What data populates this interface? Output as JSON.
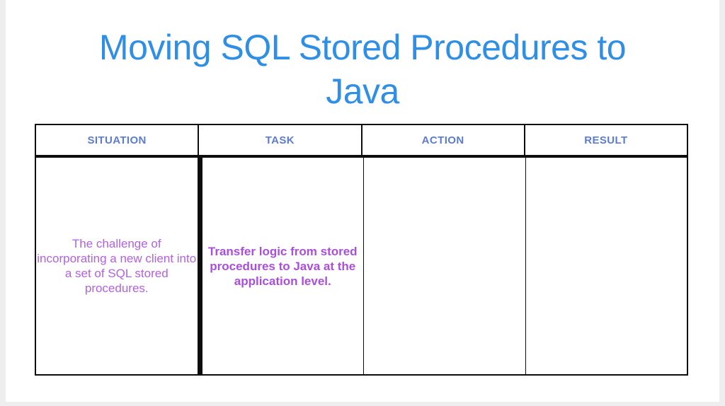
{
  "slide": {
    "title": {
      "lines": [
        "Moving SQL Stored Procedures to",
        "Java"
      ],
      "color": "#2f8fe5"
    },
    "table": {
      "headers": [
        "SITUATION",
        "TASK",
        "ACTION",
        "RESULT"
      ],
      "header_color": "#5b7bd5",
      "border_color": "#0d0d0d",
      "row": {
        "situation": {
          "lines": [
            "The challenge of",
            "incorporating a new client into",
            "a set of SQL stored",
            "procedures."
          ],
          "color": "#b55fe2"
        },
        "task": {
          "lines": [
            "Transfer logic from stored",
            "procedures to Java at the",
            "application level."
          ],
          "color": "#ac4edd"
        },
        "action": "",
        "result": ""
      }
    }
  }
}
